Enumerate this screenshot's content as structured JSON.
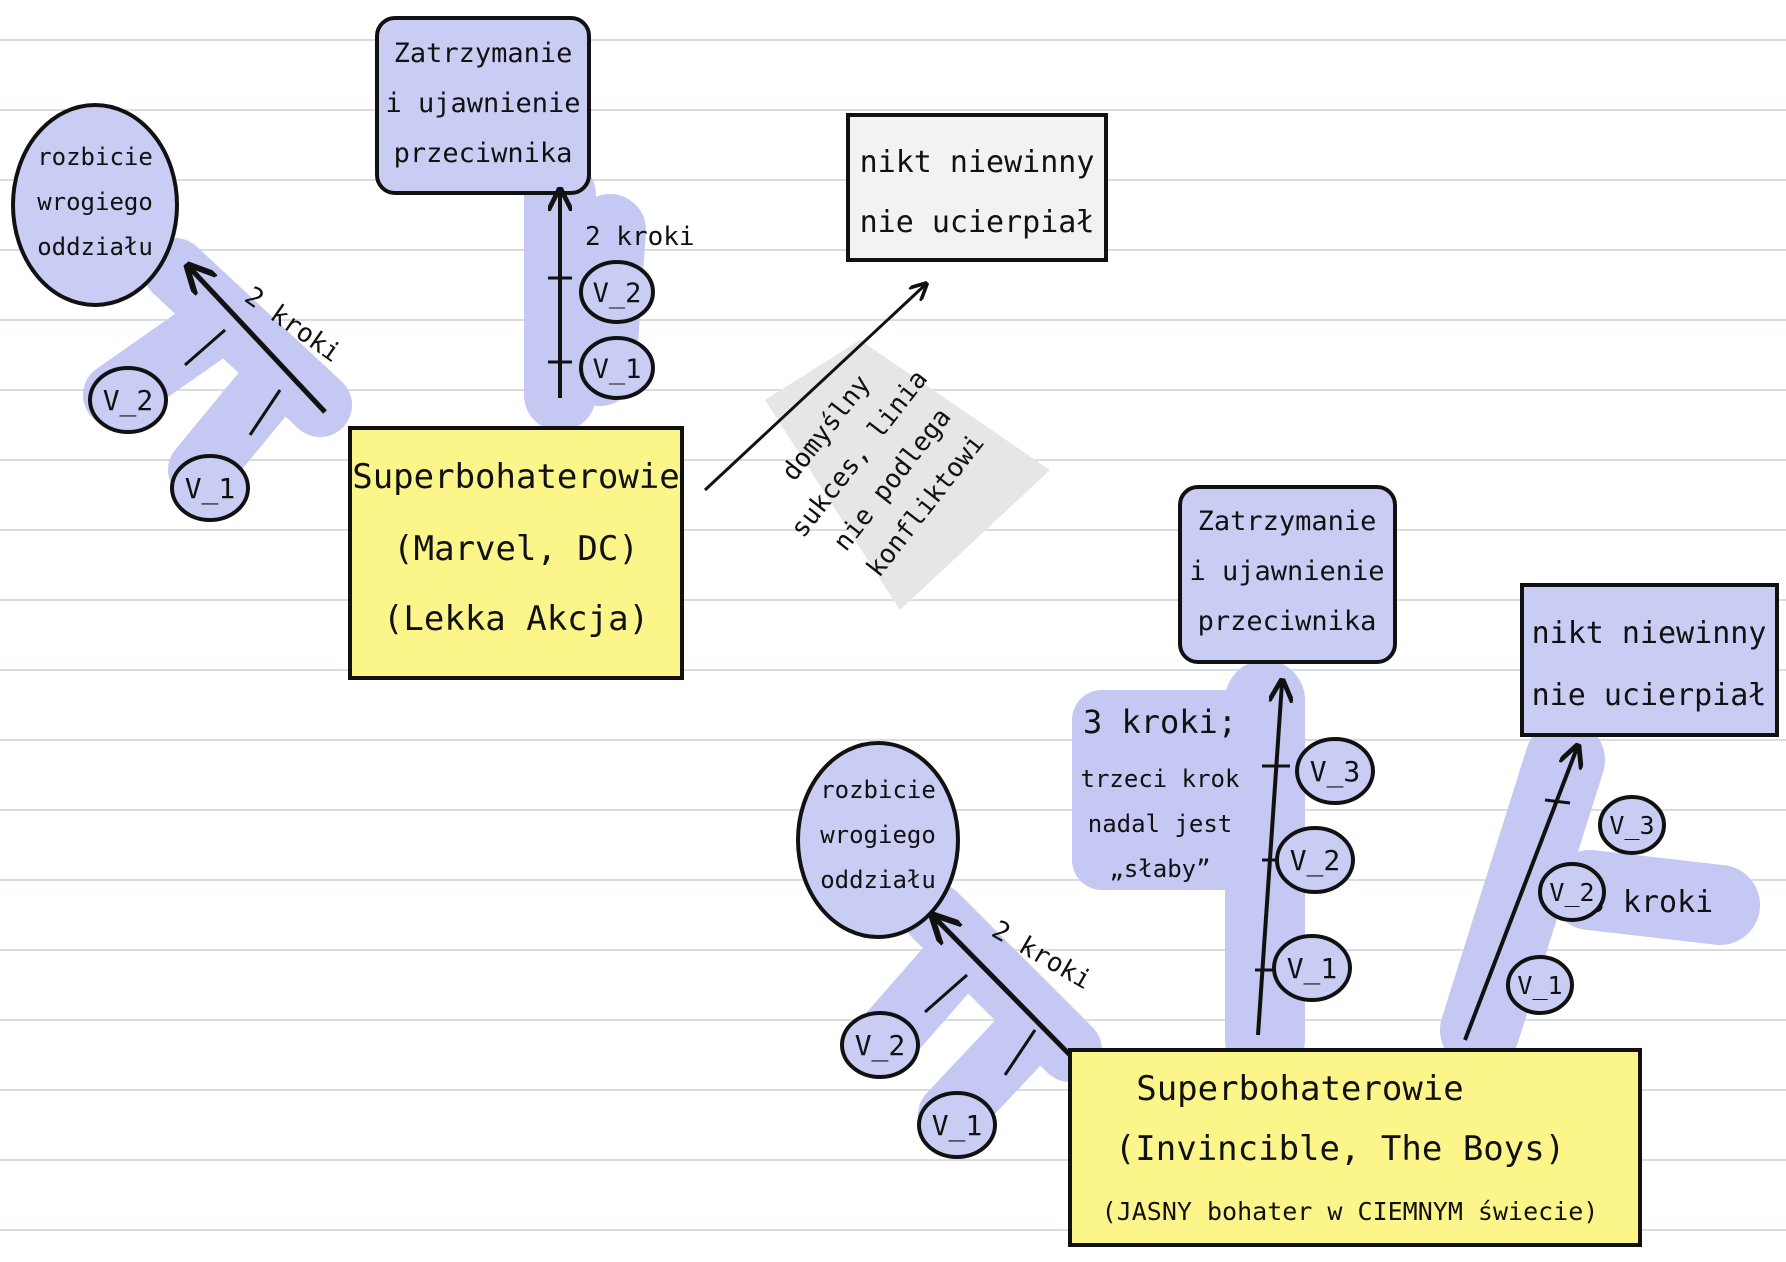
{
  "diagram_a": {
    "hero": [
      "Superbohaterowie",
      "(Marvel, DC)",
      "(Lekka Akcja)"
    ],
    "goal_left": [
      "rozbicie",
      "wrogiego",
      "oddziału"
    ],
    "goal_top": [
      "Zatrzymanie",
      "i ujawnienie",
      "przeciwnika"
    ],
    "goal_right": [
      "nikt niewinny",
      "nie ucierpiał"
    ],
    "steps_left": "2 kroki",
    "steps_top": "2 kroki",
    "note": [
      "domyślny",
      "sukces, linia",
      "nie podlega",
      "konfliktowi"
    ],
    "nodes_left": [
      "V_2",
      "V_1"
    ],
    "nodes_top": [
      "V_2",
      "V_1"
    ]
  },
  "diagram_b": {
    "hero": [
      "Superbohaterowie",
      "(Invincible, The Boys)",
      "(JASNY bohater w CIEMNYM świecie)"
    ],
    "goal_left": [
      "rozbicie",
      "wrogiego",
      "oddziału"
    ],
    "goal_top": [
      "Zatrzymanie",
      "i ujawnienie",
      "przeciwnika"
    ],
    "goal_right": [
      "nikt niewinny",
      "nie ucierpiał"
    ],
    "steps_left": "2 kroki",
    "steps_top_note": [
      "3 kroki;",
      "trzeci krok",
      "nadal jest",
      "„słaby”"
    ],
    "steps_right": "3 kroki",
    "nodes_left": [
      "V_2",
      "V_1"
    ],
    "nodes_top": [
      "V_3",
      "V_2",
      "V_1"
    ],
    "nodes_right": [
      "V_3",
      "V_2",
      "V_1"
    ]
  },
  "colors": {
    "ruled_line": "#d9dde3",
    "blue_highlight": "#c4c8f2",
    "blue_fill": "#c9cdf4",
    "yellow_fill": "#fbf58a",
    "gray_highlight": "#e6e6e6",
    "box_gray": "#f2f2f2",
    "ink": "#111111"
  }
}
